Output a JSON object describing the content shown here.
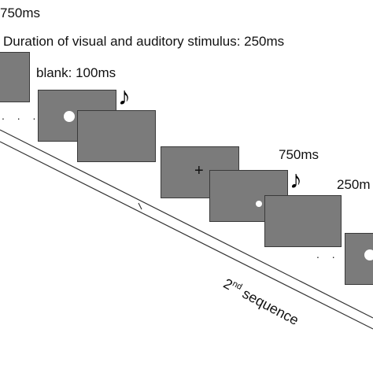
{
  "labels": {
    "top_duration": "750ms",
    "stimulus_duration": "Duration of visual and auditory stimulus: 250ms",
    "blank": "blank: 100ms",
    "mid_duration": "750ms",
    "right_duration": "250m",
    "sequence_number": "2",
    "sequence_suffix": "nd",
    "sequence_word": " sequence"
  },
  "symbols": {
    "fixation": "+",
    "ellipsis": ". . .",
    "note_icon": "music-note-icon"
  }
}
